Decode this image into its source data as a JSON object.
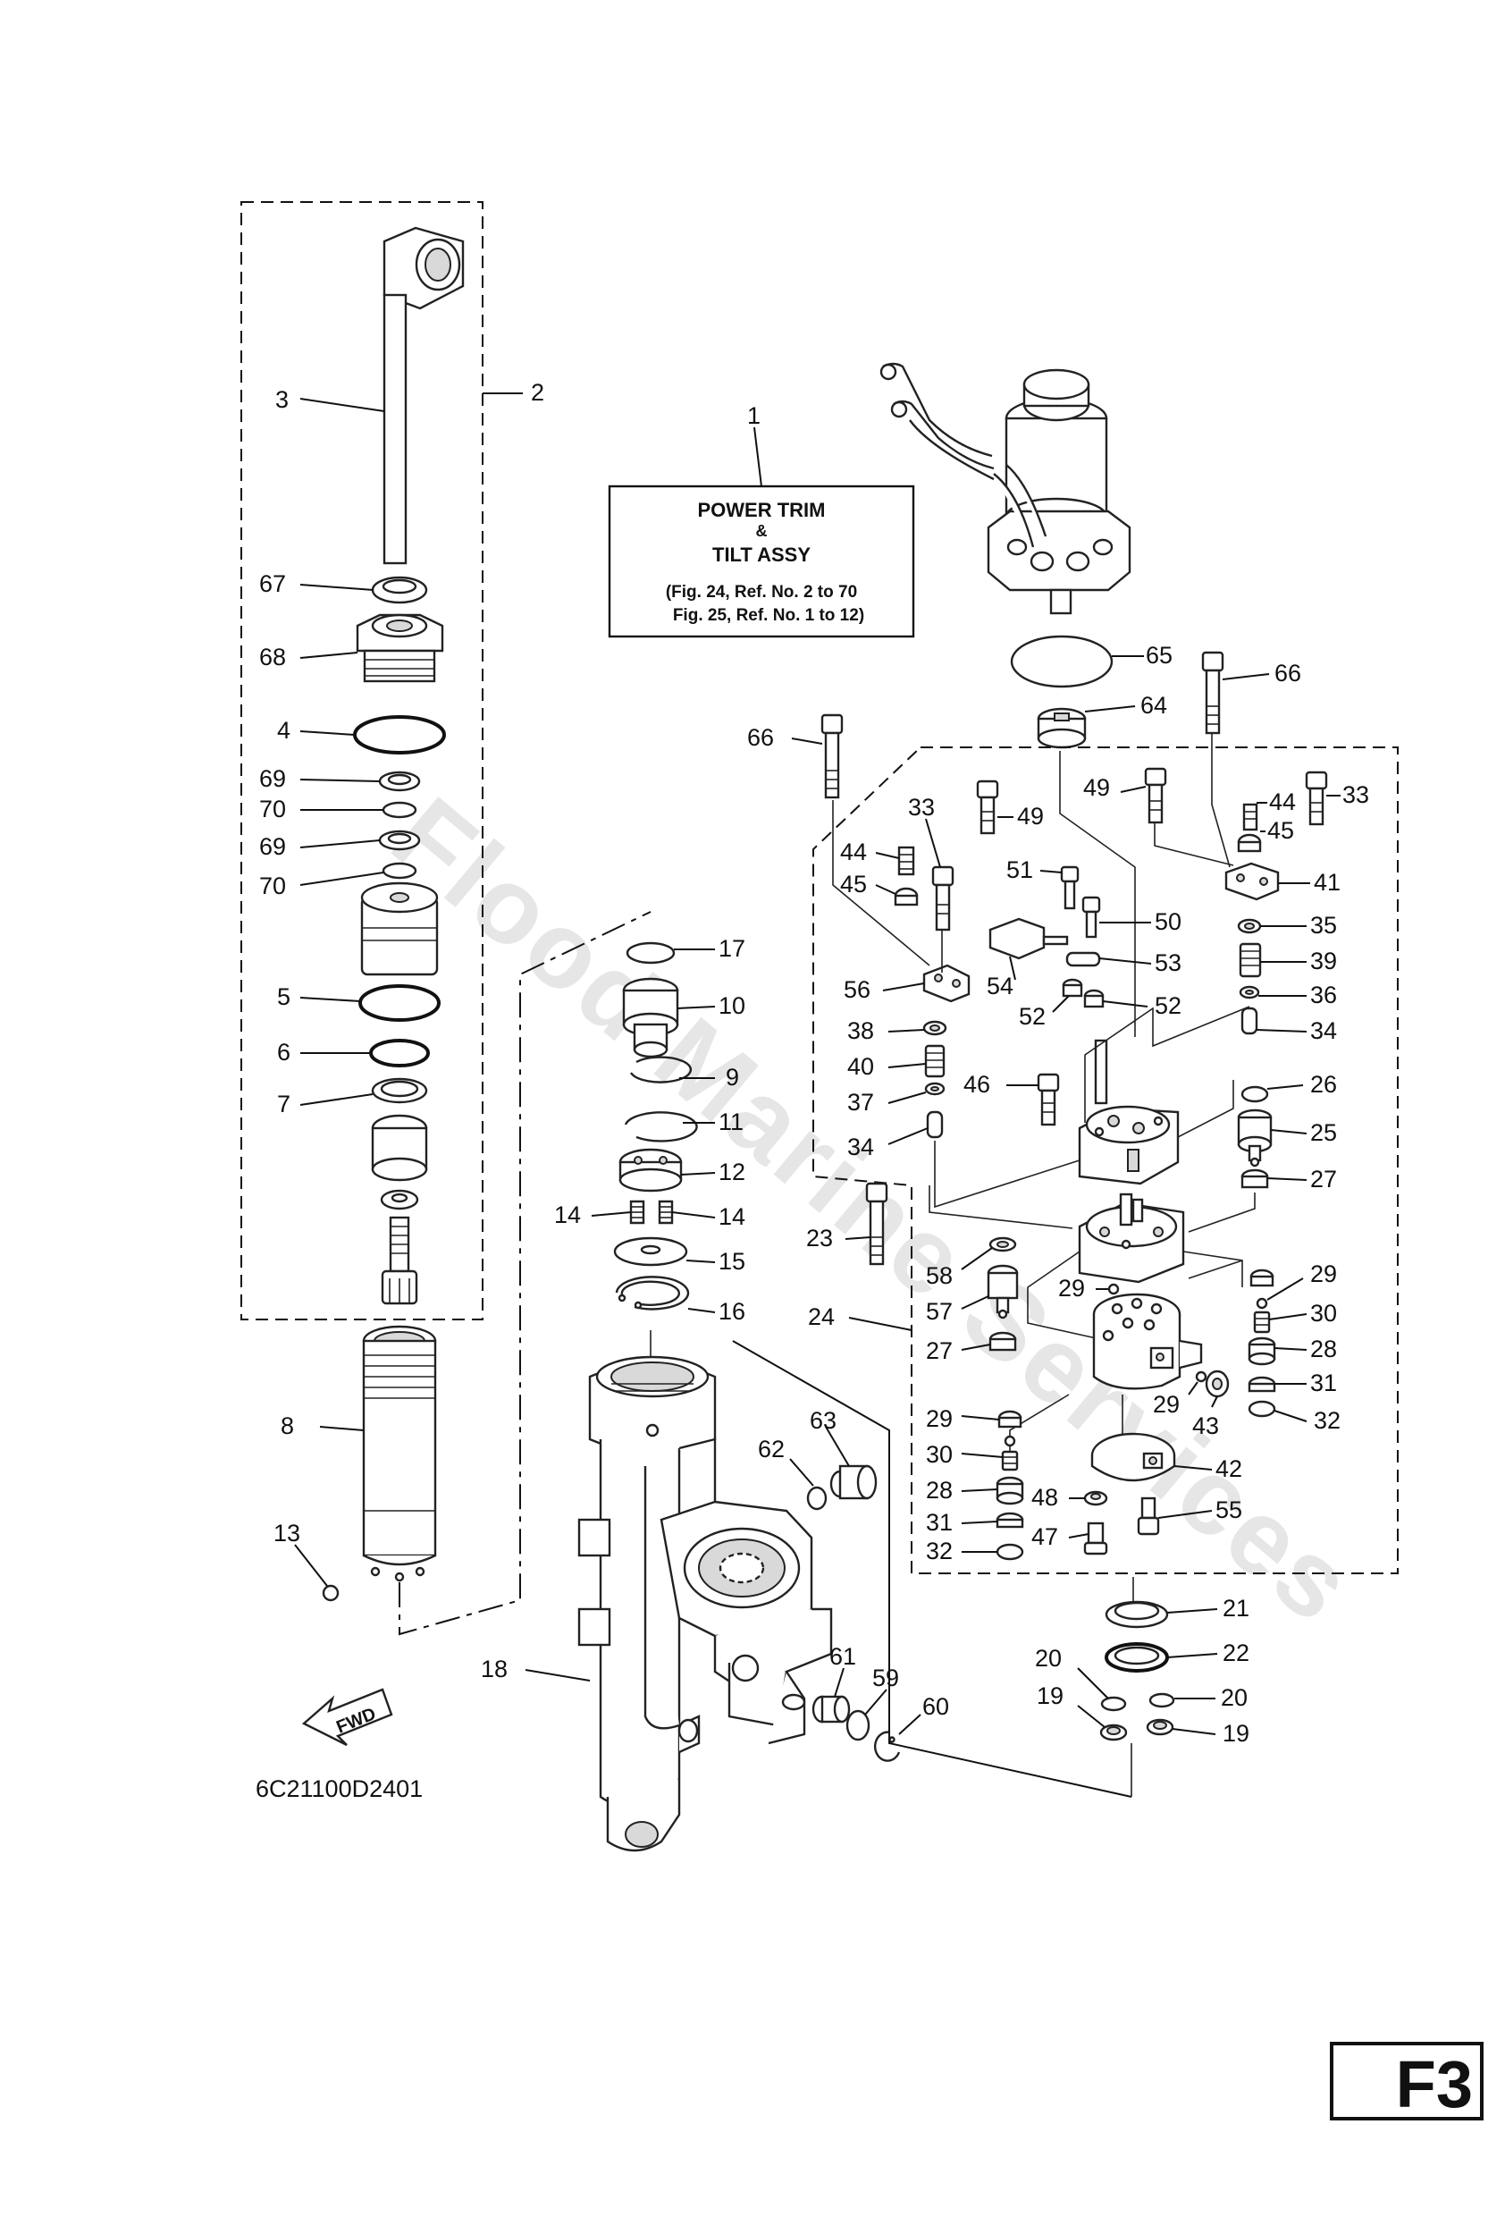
{
  "title_box": {
    "line1": "POWER TRIM",
    "line2": "&",
    "line3": "TILT ASSY",
    "ref1": "(Fig. 24, Ref. No. 2 to 70",
    "ref2": "Fig. 25, Ref. No. 1 to 12)"
  },
  "drawing_code": "6C21100D2401",
  "fwd_label": "FWD",
  "page_label": "F3",
  "watermark": "Flood Marine Services",
  "callouts": {
    "c1": "1",
    "c2": "2",
    "c3": "3",
    "c4": "4",
    "c5": "5",
    "c6": "6",
    "c7": "7",
    "c8": "8",
    "c9": "9",
    "c10": "10",
    "c11": "11",
    "c12": "12",
    "c13": "13",
    "c14a": "14",
    "c14b": "14",
    "c15": "15",
    "c16": "16",
    "c17": "17",
    "c18": "18",
    "c19a": "19",
    "c19b": "19",
    "c20a": "20",
    "c20b": "20",
    "c21": "21",
    "c22": "22",
    "c23": "23",
    "c24": "24",
    "c25": "25",
    "c26": "26",
    "c27a": "27",
    "c27b": "27",
    "c28a": "28",
    "c28b": "28",
    "c29a": "29",
    "c29b": "29",
    "c29c": "29",
    "c29d": "29",
    "c30a": "30",
    "c30b": "30",
    "c31a": "31",
    "c31b": "31",
    "c32a": "32",
    "c32b": "32",
    "c33a": "33",
    "c33b": "33",
    "c34a": "34",
    "c34b": "34",
    "c35": "35",
    "c36": "36",
    "c37": "37",
    "c38": "38",
    "c39": "39",
    "c40": "40",
    "c41": "41",
    "c42": "42",
    "c43": "43",
    "c44a": "44",
    "c44b": "44",
    "c45a": "45",
    "c45b": "45",
    "c46": "46",
    "c47": "47",
    "c48": "48",
    "c49a": "49",
    "c49b": "49",
    "c50": "50",
    "c51": "51",
    "c52a": "52",
    "c52b": "52",
    "c53": "53",
    "c54": "54",
    "c55": "55",
    "c56": "56",
    "c57": "57",
    "c58": "58",
    "c59": "59",
    "c60": "60",
    "c61": "61",
    "c62": "62",
    "c63": "63",
    "c64": "64",
    "c65": "65",
    "c66a": "66",
    "c66b": "66",
    "c67": "67",
    "c68": "68",
    "c69a": "69",
    "c69b": "69",
    "c70a": "70",
    "c70b": "70"
  }
}
